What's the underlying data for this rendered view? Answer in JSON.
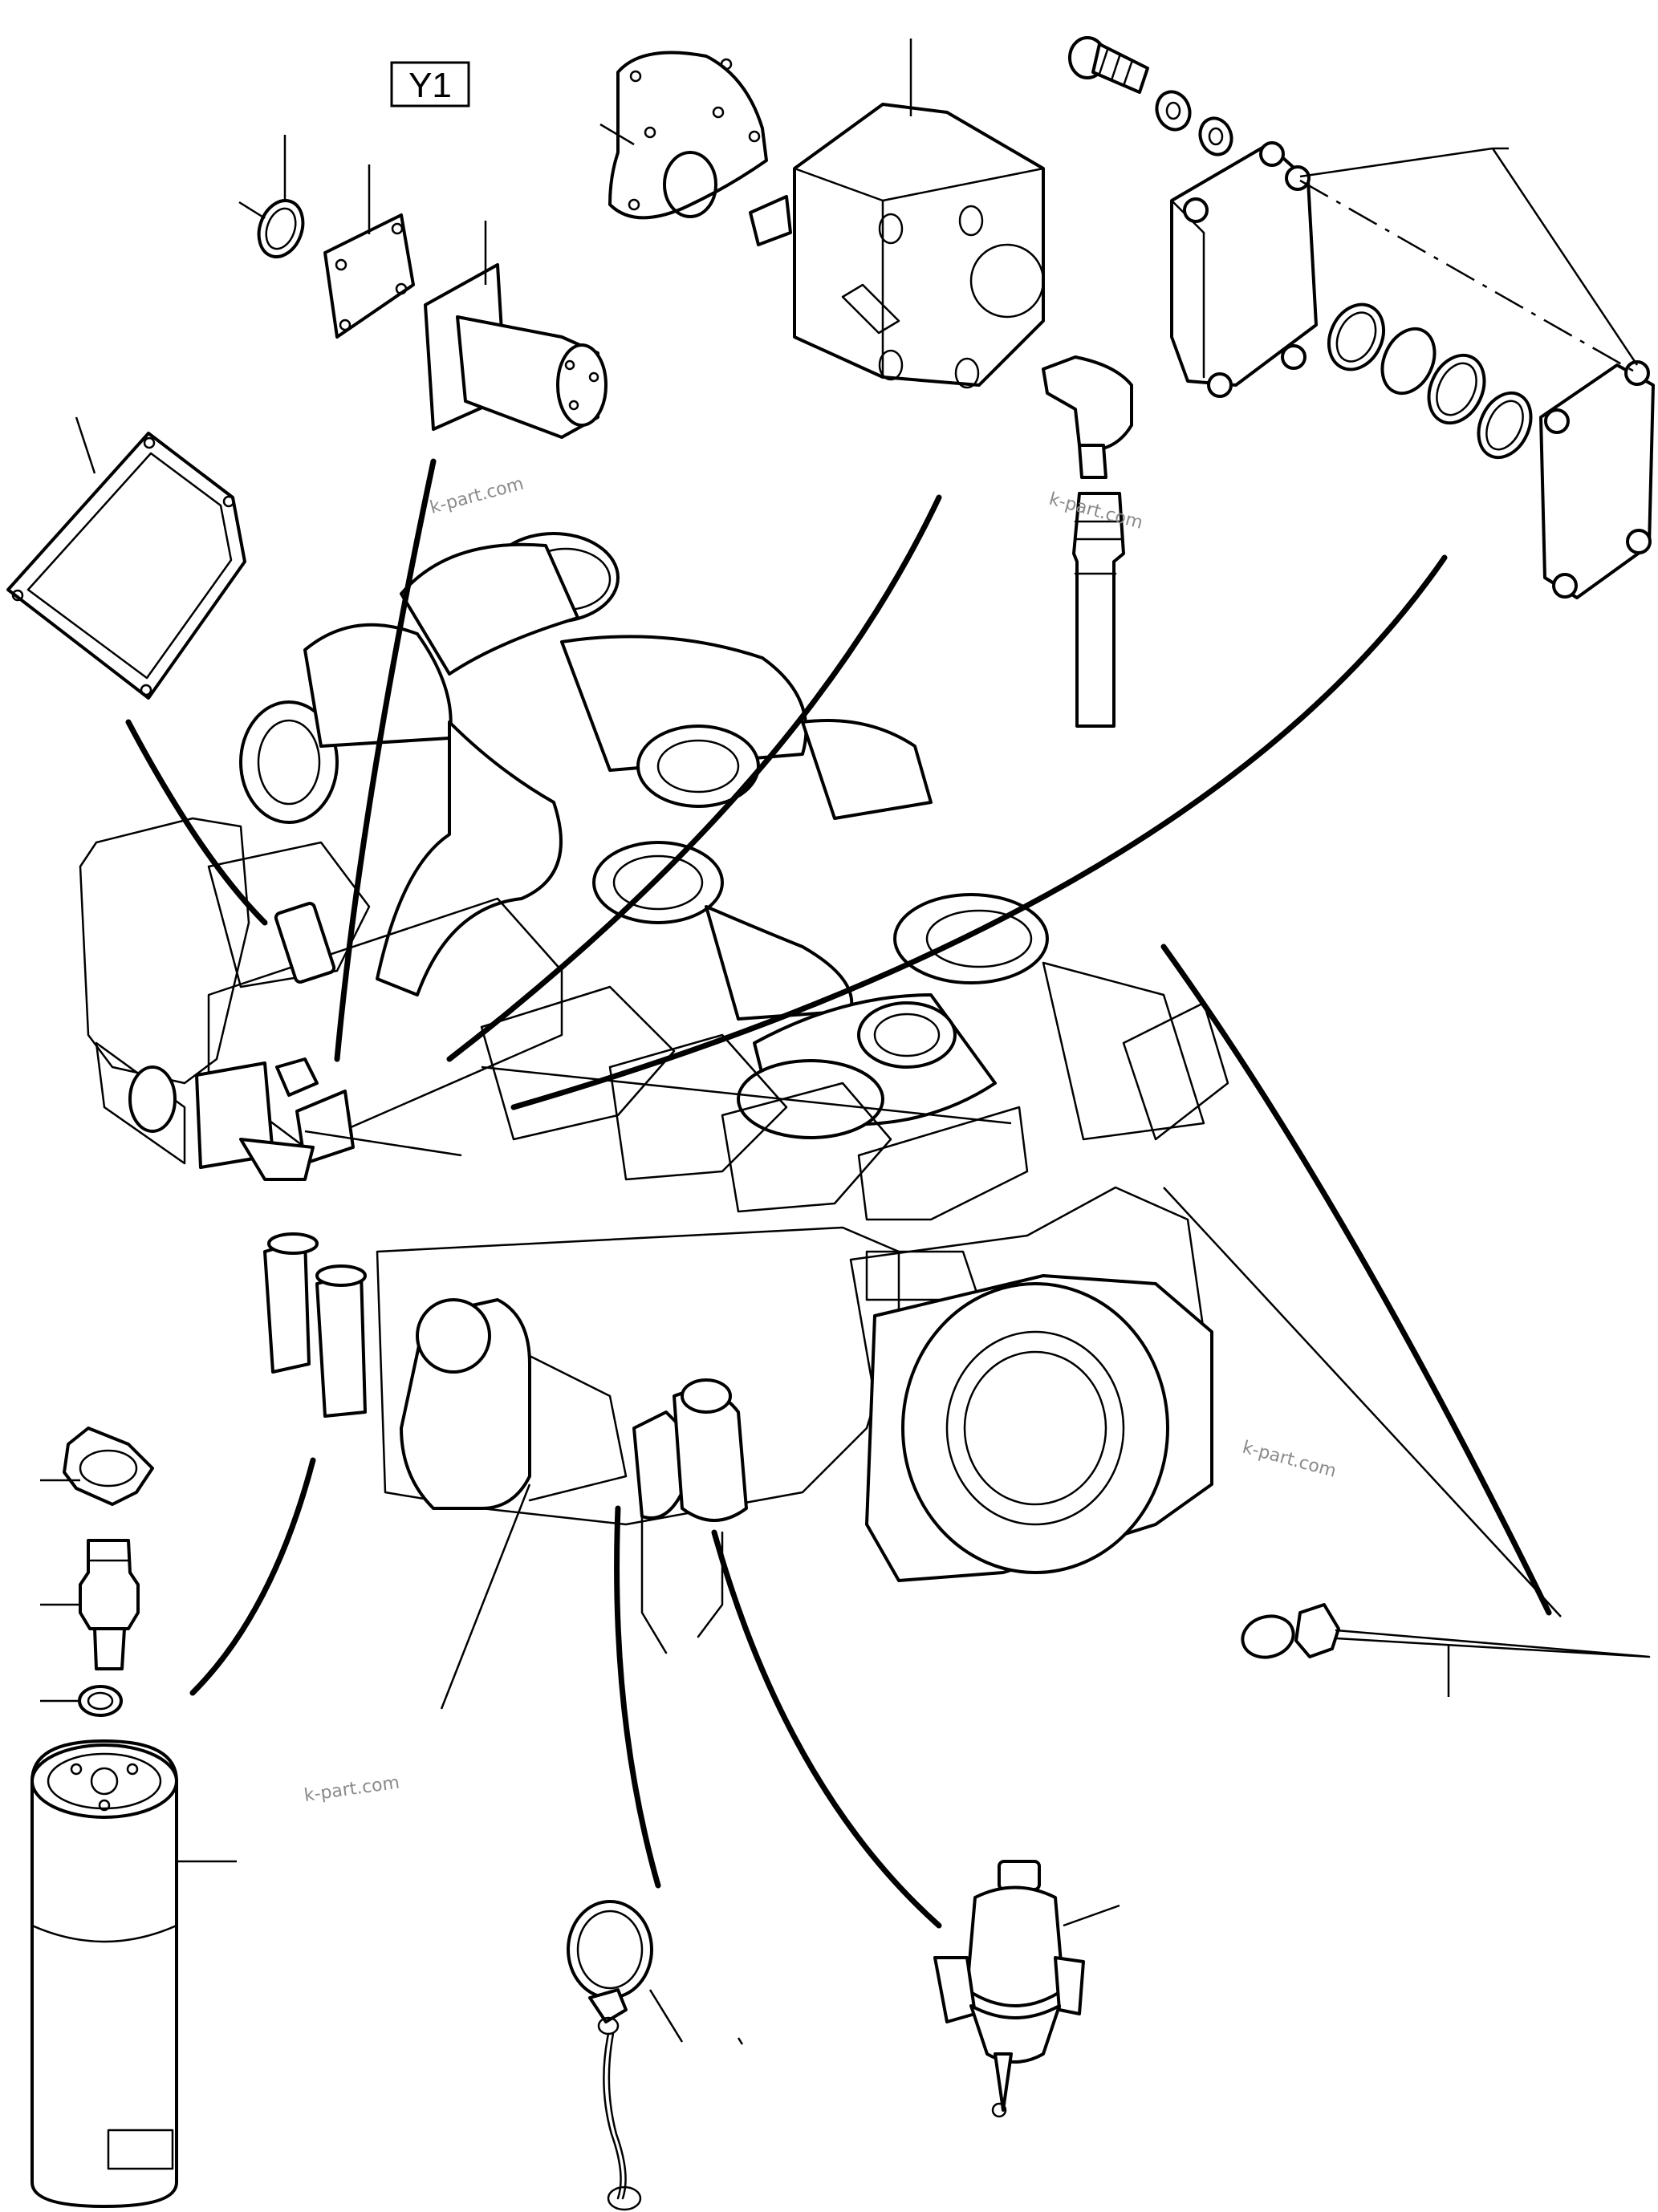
{
  "diagram": {
    "label": "Y1",
    "watermarks": [
      "k-part.com",
      "k-part.com",
      "k-part.com",
      "k-part.com"
    ]
  }
}
